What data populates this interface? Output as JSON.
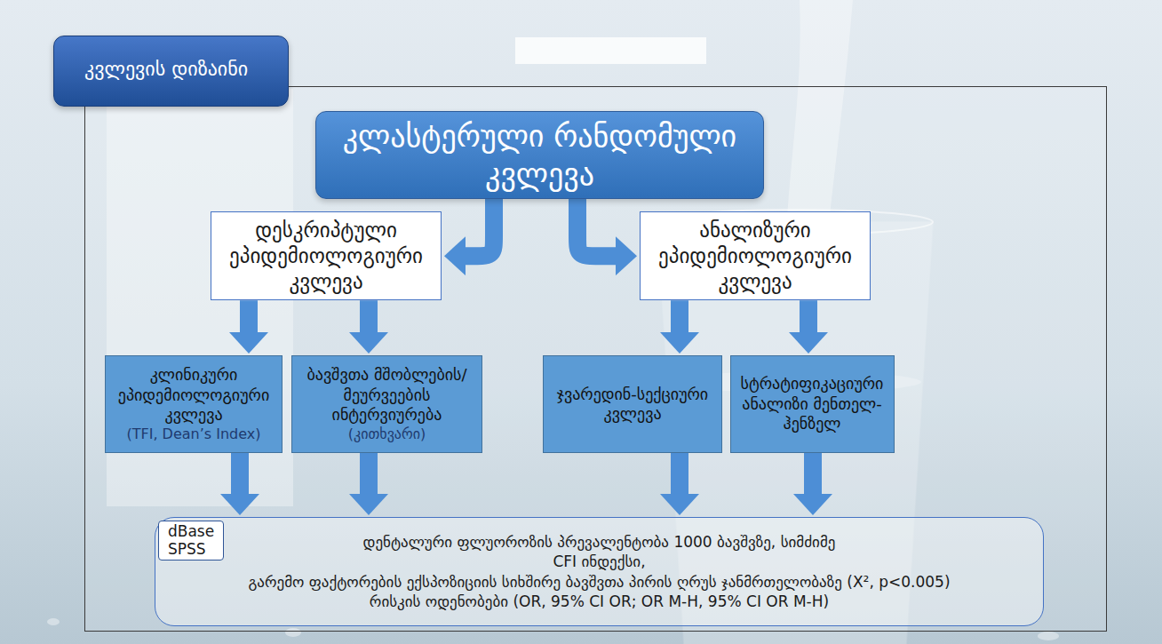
{
  "diagram": {
    "title": "კვლევის დიზაინი",
    "nodes": [
      {
        "text": [
          "კლასტერული რანდომული კვლევა"
        ]
      },
      {
        "text": [
          "დესკრიპტული ეპიდემიოლოგიური კვლევა"
        ]
      },
      {
        "text": [
          "ანალიზური ეპიდემიოლოგიური კვლევა"
        ]
      },
      {
        "text": [
          "კლინიკური ეპიდემიოლოგიური კვლევა",
          "(TFI, Dean’s Index)"
        ]
      },
      {
        "text": [
          "ბავშვთა მშობლების/მეურვეების ინტერვიურება",
          "(კითხვარი)"
        ]
      },
      {
        "text": [
          "ჯვარედინ-სექციური კვლევა"
        ]
      },
      {
        "text": [
          "სტრატიფიკაციური ანალიზი მენთელ-ჰენზელ"
        ]
      },
      {
        "text": [
          "დენტალური ფლუოროზის პრევალენტობა 1000 ბავშვზე, სიმძიმე",
          "CFI ინდექსი,",
          "გარემო ფაქტორების ექსპოზიციის სიხშირე ბავშვთა პირის ღრუს ჯანმრთელობაზე (X², p<0.005)",
          "რისკის ოდენობები (OR, 95% CI OR; OR M-H, 95% CI OR M-H)"
        ]
      },
      {
        "text": [
          "dBase SPSS"
        ],
        "in": 7
      }
    ],
    "edges": [
      {
        "from": 0,
        "to": 1,
        "arrow": "to"
      },
      {
        "from": 0,
        "to": 2,
        "arrow": "to"
      },
      {
        "from": 1,
        "to": 3,
        "arrow": "to"
      },
      {
        "from": 1,
        "to": 4,
        "arrow": "to"
      },
      {
        "from": 2,
        "to": 5,
        "arrow": "to"
      },
      {
        "from": 2,
        "to": 6,
        "arrow": "to"
      },
      {
        "from": 3,
        "to": 7,
        "arrow": "to"
      },
      {
        "from": 4,
        "to": 7,
        "arrow": "to"
      },
      {
        "from": 5,
        "to": 7,
        "arrow": "to"
      },
      {
        "from": 6,
        "to": 7,
        "arrow": "to"
      }
    ]
  }
}
